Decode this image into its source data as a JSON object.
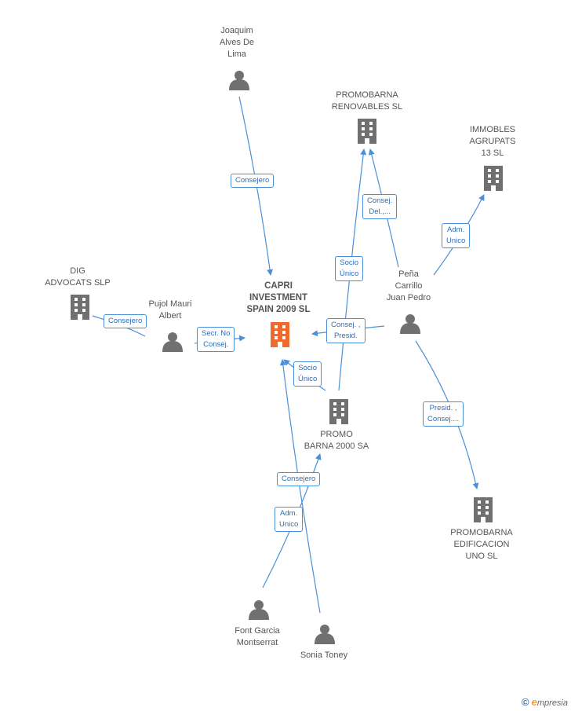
{
  "colors": {
    "edge": "#4a90d9",
    "node_gray": "#707070",
    "main_node": "#f06a30"
  },
  "nodes": {
    "main": "CAPRI\nINVESTMENT\nSPAIN 2009 SL",
    "joaquim": "Joaquim\nAlves De\nLima",
    "promobarna_renovables": "PROMOBARNA\nRENOVABLES SL",
    "immobles": "IMMOBLES\nAGRUPATS\n13 SL",
    "dig": "DIG\nADVOCATS SLP",
    "pujol": "Pujol Mauri\nAlbert",
    "pena": "Peña\nCarrillo\nJuan Pedro",
    "promo_barna_2000": "PROMO\nBARNA 2000 SA",
    "promobarna_edificacion": "PROMOBARNA\nEDIFICACION\nUNO SL",
    "font_garcia": "Font Garcia\nMontserrat",
    "sonia": "Sonia Toney"
  },
  "edges": {
    "joaquim_consejero": "Consejero",
    "pena_consej_del": "Consej.\nDel.,...",
    "pena_adm_unico": "Adm.\nUnico",
    "promo2000_socio_unico_renov": "Socio\nÚnico",
    "pena_consej_presid": "Consej. ,\nPresid.",
    "dig_consejero": "Consejero",
    "pujol_secr": "Secr.  No\nConsej.",
    "promo2000_socio_unico_main": "Socio\nÚnico",
    "pena_presid_consej": "Presid. ,\nConsej....",
    "sonia_consejero": "Consejero",
    "font_adm_unico": "Adm.\nUnico"
  },
  "footer": {
    "copyright": "©",
    "brand_e": "e",
    "brand_rest": "mpresia"
  }
}
